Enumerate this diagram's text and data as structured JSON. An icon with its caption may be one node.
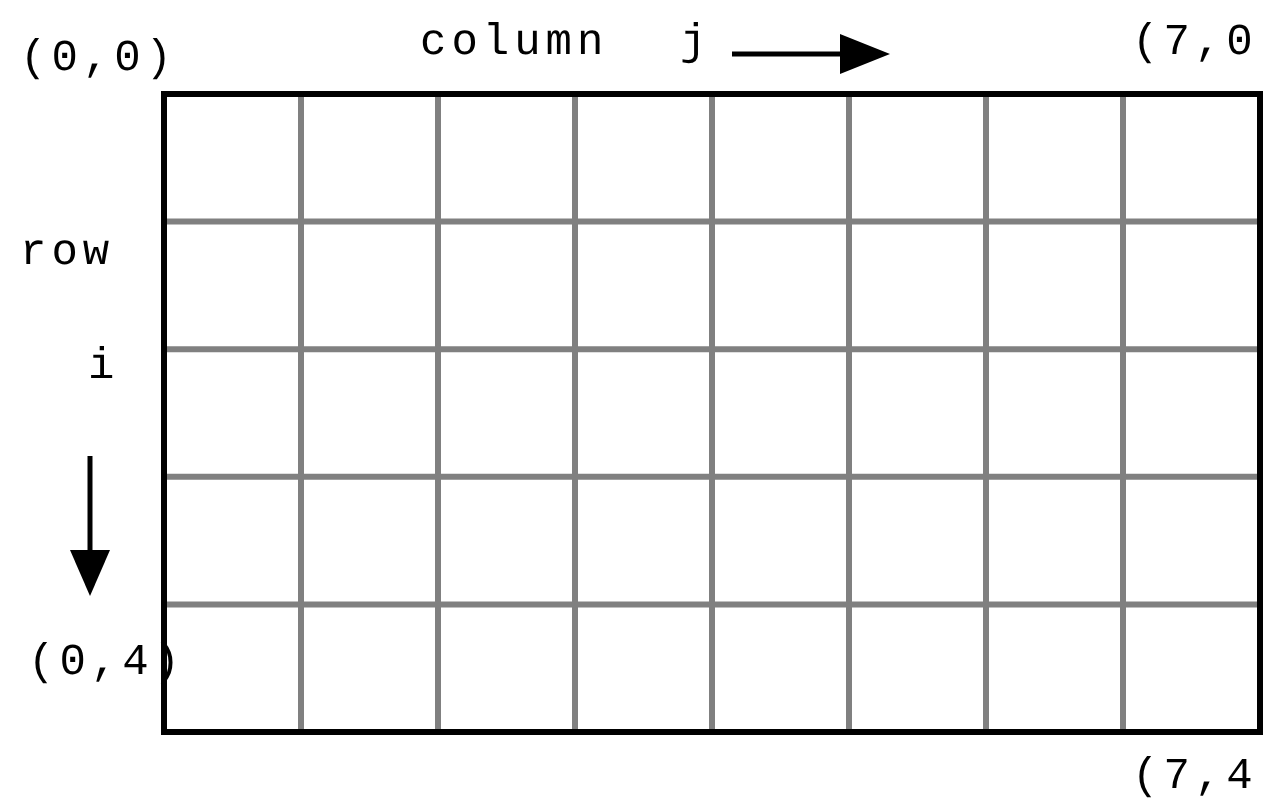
{
  "diagram": {
    "labels": [
      "(0,0)",
      "column",
      "j",
      "(7,0",
      "row",
      "i",
      "(0,4)",
      "(7,4"
    ]
  }
}
